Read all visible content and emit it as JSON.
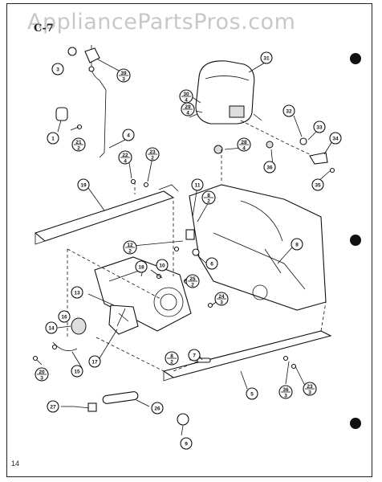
{
  "watermark": "AppliancePartsPros.com",
  "section_label": "C-7",
  "page_number": "14",
  "callouts": [
    {
      "id": "c1",
      "label": "1"
    },
    {
      "id": "c3",
      "label": "3"
    },
    {
      "id": "c4",
      "label": "4"
    },
    {
      "id": "c5",
      "label": "5"
    },
    {
      "id": "c6",
      "label": "6"
    },
    {
      "id": "c7",
      "label": "7"
    },
    {
      "id": "c8a",
      "label": "8"
    },
    {
      "id": "c8b",
      "label": "8",
      "sub": "2"
    },
    {
      "id": "c8c",
      "label": "8",
      "sub": "2"
    },
    {
      "id": "c9",
      "label": "9"
    },
    {
      "id": "c10",
      "label": "10"
    },
    {
      "id": "c11",
      "label": "11"
    },
    {
      "id": "c12",
      "label": "12",
      "sub": "2"
    },
    {
      "id": "c13",
      "label": "13"
    },
    {
      "id": "c14",
      "label": "14"
    },
    {
      "id": "c15",
      "label": "15"
    },
    {
      "id": "c16",
      "label": "16"
    },
    {
      "id": "c17",
      "label": "17"
    },
    {
      "id": "c18",
      "label": "18"
    },
    {
      "id": "c19",
      "label": "19"
    },
    {
      "id": "c20",
      "label": "20",
      "sub": "3"
    },
    {
      "id": "c21",
      "label": "21",
      "sub": "2"
    },
    {
      "id": "c22",
      "label": "22",
      "sub": "4"
    },
    {
      "id": "c23a",
      "label": "23",
      "sub": "2"
    },
    {
      "id": "c23b",
      "label": "23",
      "sub": "3"
    },
    {
      "id": "c24",
      "label": "24",
      "sub": "3"
    },
    {
      "id": "c25",
      "label": "25",
      "sub": "2"
    },
    {
      "id": "c26",
      "label": "26"
    },
    {
      "id": "c27",
      "label": "27"
    },
    {
      "id": "c28",
      "label": "28",
      "sub": "4"
    },
    {
      "id": "c29",
      "label": "29",
      "sub": "4"
    },
    {
      "id": "c30",
      "label": "30",
      "sub": "4"
    },
    {
      "id": "c31",
      "label": "31"
    },
    {
      "id": "c32",
      "label": "32"
    },
    {
      "id": "c33",
      "label": "33"
    },
    {
      "id": "c34",
      "label": "34"
    },
    {
      "id": "c35",
      "label": "35"
    },
    {
      "id": "c36a",
      "label": "36"
    },
    {
      "id": "c36b",
      "label": "36",
      "sub": "3"
    },
    {
      "id": "c39",
      "label": "39",
      "sub": "3"
    }
  ]
}
